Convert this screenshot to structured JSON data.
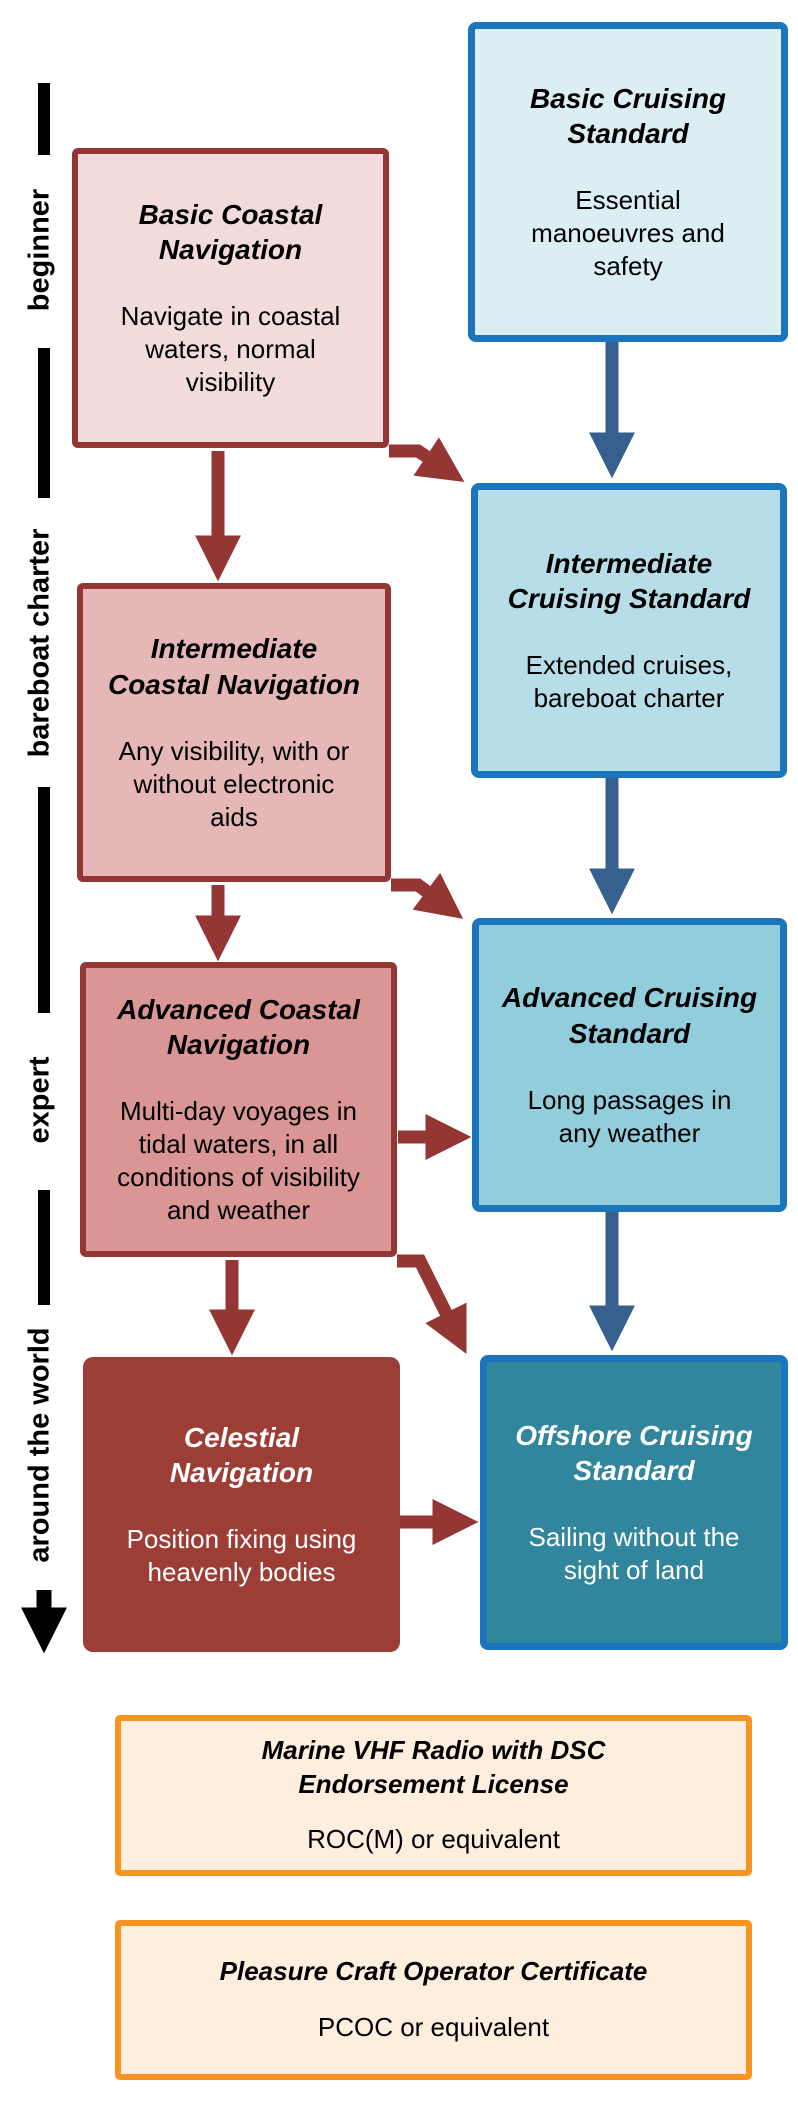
{
  "axis": {
    "labels": [
      {
        "text": "beginner"
      },
      {
        "text": "bareboat charter"
      },
      {
        "text": "expert"
      },
      {
        "text": "around the world"
      }
    ]
  },
  "courses": [
    {
      "title": "Basic Coastal\nNavigation",
      "desc": "Navigate in coastal\nwaters, normal\nvisibility"
    },
    {
      "title": "Intermediate\nCoastal Navigation",
      "desc": "Any visibility, with or\nwithout electronic\naids"
    },
    {
      "title": "Advanced Coastal\nNavigation",
      "desc": "Multi-day voyages in\ntidal waters, in all\nconditions of visibility\nand weather"
    },
    {
      "title": "Celestial\nNavigation",
      "desc": "Position fixing using\nheavenly bodies"
    }
  ],
  "standards": [
    {
      "title": "Basic Cruising\nStandard",
      "desc": "Essential\nmanoeuvres and\nsafety"
    },
    {
      "title": "Intermediate\nCruising Standard",
      "desc": "Extended cruises,\nbareboat charter"
    },
    {
      "title": "Advanced Cruising\nStandard",
      "desc": "Long passages in\nany weather"
    },
    {
      "title": "Offshore Cruising\nStandard",
      "desc": "Sailing without the\nsight of land"
    }
  ],
  "certificates": [
    {
      "title": "Marine VHF Radio with DSC\nEndorsement License",
      "desc": "ROC(M) or equivalent"
    },
    {
      "title": "Pleasure Craft Operator Certificate",
      "desc": "PCOC or equivalent"
    }
  ],
  "colors": {
    "red_arrow": "#943634",
    "pink_light": "#F2DCDB",
    "pink_mid": "#E5B8B7",
    "pink_dark": "#D99694",
    "celestial_red": "#9C3E36",
    "blue_border": "#1B75BC",
    "blue_light": "#DBEEF4",
    "blue_mid": "#B7DEE8",
    "blue_dark": "#92CDDC",
    "teal": "#31859C",
    "blue_arrow": "#36618F",
    "orange": "#F79422",
    "peach": "#FDEEDE",
    "axis_black": "#000000"
  }
}
